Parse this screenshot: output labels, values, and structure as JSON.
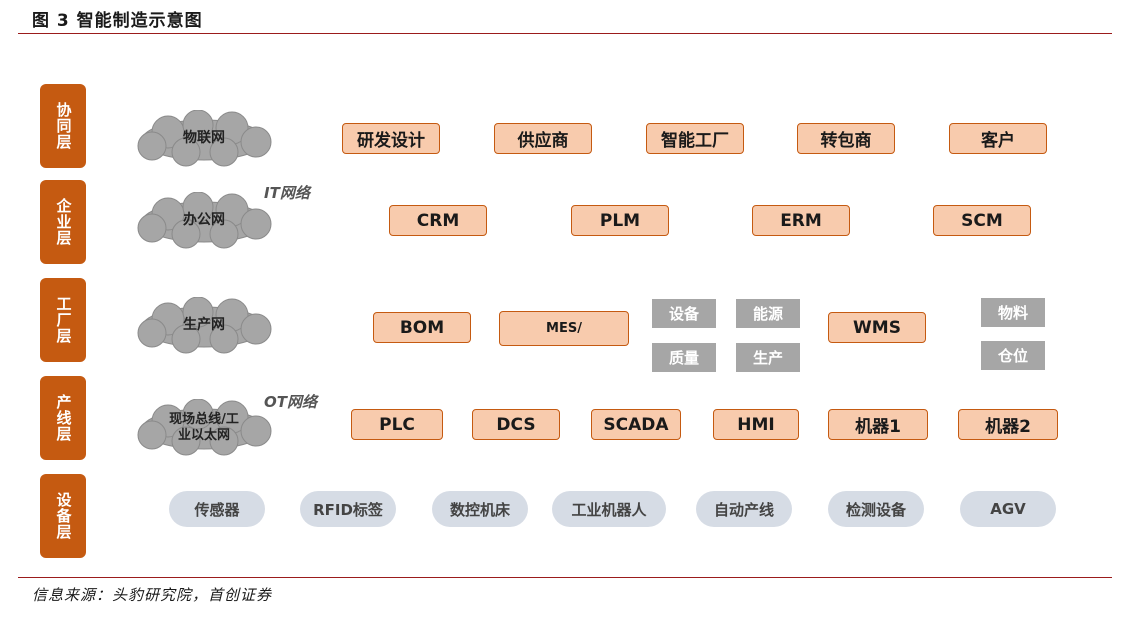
{
  "title": "图 3 智能制造示意图",
  "source": "信息来源：头豹研究院，首创证券",
  "layers": [
    "协同层",
    "企业层",
    "工厂层",
    "产线层",
    "设备层"
  ],
  "networks": {
    "iot": "物联网",
    "office": "办公网",
    "production": "生产网",
    "fieldbus_line1": "现场总线/工",
    "fieldbus_line2": "业以太网"
  },
  "network_labels": {
    "it": "IT网络",
    "ot": "OT网络"
  },
  "collab": [
    "研发设计",
    "供应商",
    "智能工厂",
    "转包商",
    "客户"
  ],
  "enterprise": [
    "CRM",
    "PLM",
    "ERM",
    "SCM"
  ],
  "factory": {
    "bom": "BOM",
    "mes": "MES/",
    "wms": "WMS",
    "gray_mid": [
      "设备",
      "能源",
      "质量",
      "生产"
    ],
    "gray_right": [
      "物料",
      "仓位"
    ]
  },
  "line": [
    "PLC",
    "DCS",
    "SCADA",
    "HMI",
    "机器1",
    "机器2"
  ],
  "devices": [
    "传感器",
    "RFID标签",
    "数控机床",
    "工业机器人",
    "自动产线",
    "检测设备",
    "AGV"
  ],
  "colors": {
    "layer_bar": "#c55a11",
    "box_fill": "#f8cbad",
    "box_border": "#c55a11",
    "gray_box": "#a6a6a6",
    "cloud_fill": "#a6a6a6",
    "pill_fill": "#d6dce5",
    "rule": "#9b1b1b"
  }
}
